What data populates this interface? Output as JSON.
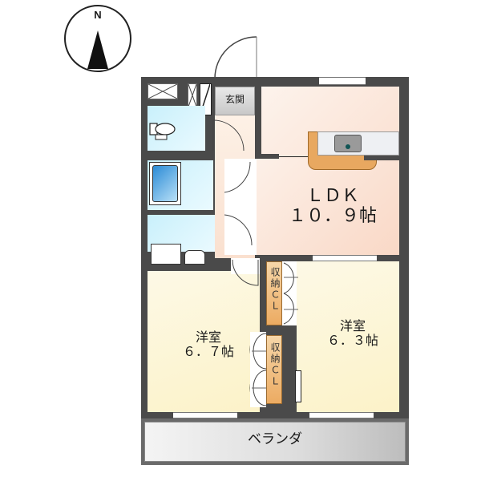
{
  "compass": {
    "label": "N",
    "icon": "north-arrow-icon"
  },
  "rooms": {
    "entrance": {
      "label": "玄関"
    },
    "ldk": {
      "name": "ＬＤＫ",
      "size": "１０．９帖"
    },
    "western_room_left": {
      "name": "洋室",
      "size": "６．７帖"
    },
    "western_room_right": {
      "name": "洋室",
      "size": "６．３帖"
    },
    "closet_upper": {
      "label": "収納ＣＬ"
    },
    "closet_lower": {
      "label": "収納ＣＬ"
    },
    "veranda": {
      "label": "ベランダ"
    }
  },
  "colors": {
    "wall": "#4a4a4a",
    "ldk_floor": "#fbe3d6",
    "western_floor": "#fdf7d8",
    "wet_area": "#d6f2fb",
    "entrance": "#d8d8d8",
    "closet": "#ecab62",
    "veranda": "#d2d2d2"
  }
}
